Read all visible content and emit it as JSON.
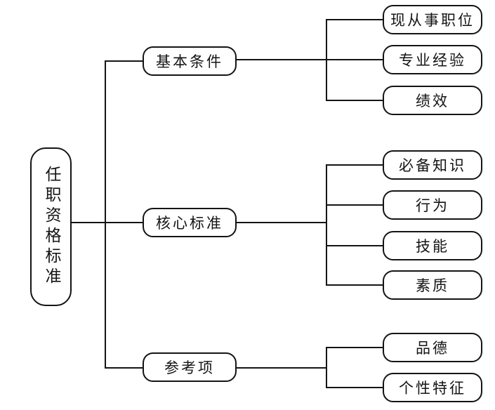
{
  "diagram": {
    "type": "tree",
    "orientation": "left-to-right",
    "root": {
      "label": "任职资格标准"
    },
    "branches": [
      {
        "label": "基本条件",
        "children": [
          "现从事职位",
          "专业经验",
          "绩效"
        ]
      },
      {
        "label": "核心标准",
        "children": [
          "必备知识",
          "行为",
          "技能",
          "素质"
        ]
      },
      {
        "label": "参考项",
        "children": [
          "品德",
          "个性特征"
        ]
      }
    ],
    "colors": {
      "line": "#141414",
      "box_bg": "#ffffff",
      "canvas_bg": "#ffffff",
      "text": "#141414"
    }
  }
}
